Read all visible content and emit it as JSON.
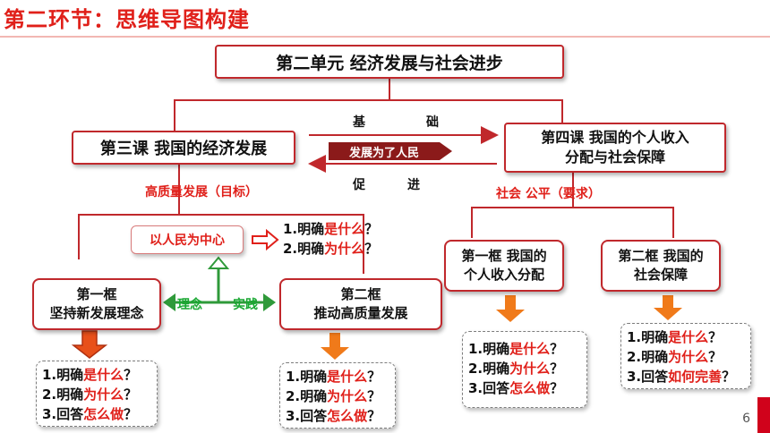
{
  "header": {
    "title": "第二环节：思维导图构建"
  },
  "unit": {
    "title": "第二单元  经济发展与社会进步"
  },
  "lesson3": {
    "title": "第三课  我国的经济发展"
  },
  "lesson4": {
    "line1": "第四课  我国的个人收入",
    "line2": "分配与社会保障"
  },
  "relation": {
    "base_1": "基",
    "base_2": "础",
    "promote_1": "促",
    "promote_2": "进",
    "middle": "发展为了人民"
  },
  "lesson3_goal": {
    "main": "高质量发展",
    "paren": "（目标）"
  },
  "lesson4_req": {
    "main": "社会 公平",
    "paren": "（要求）"
  },
  "people_center": {
    "label": "以人民为中心"
  },
  "side_questions": {
    "q1_a": "1.明确",
    "q1_b": "是什么",
    "q1_c": "？",
    "q2_a": "2.明确",
    "q2_b": "为什么",
    "q2_c": "？"
  },
  "theory_practice": {
    "left": "理念",
    "right": "实践"
  },
  "frame1": {
    "line1": "第一框",
    "line2": "坚持新发展理念"
  },
  "frame2": {
    "line1": "第二框",
    "line2": "推动高质量发展"
  },
  "frame41": {
    "line1": "第一框 我国的",
    "line2": "个人收入分配"
  },
  "frame42": {
    "line1": "第二框 我国的",
    "line2": "社会保障"
  },
  "qbox1": {
    "l1a": "1.明确",
    "l1b": "是什么",
    "l1c": "？",
    "l2a": "2.明确",
    "l2b": "为什么",
    "l2c": "？",
    "l3a": "3.回答",
    "l3b": "怎么做",
    "l3c": "？"
  },
  "qbox2": {
    "l1a": "1.明确",
    "l1b": "是什么",
    "l1c": "？",
    "l2a": "2.明确",
    "l2b": "为什么",
    "l2c": "？",
    "l3a": "3.回答",
    "l3b": "怎么做",
    "l3c": "？"
  },
  "qbox3": {
    "l1a": "1.明确",
    "l1b": "是什么",
    "l1c": "？",
    "l2a": "2.明确",
    "l2b": "为什么",
    "l2c": "？",
    "l3a": "3.回答",
    "l3b": "怎么做",
    "l3c": "？"
  },
  "qbox4": {
    "l1a": "1.明确",
    "l1b": "是什么",
    "l1c": "？",
    "l2a": "2.明确",
    "l2b": "为什么",
    "l2c": "？",
    "l3a": "3.回答",
    "l3b": "如何完善",
    "l3c": "？"
  },
  "page": {
    "number": "6"
  },
  "colors": {
    "accent_red": "#e0201a",
    "box_border": "#c0282c",
    "green": "#19a832",
    "arrow_orange": "#f07a1a",
    "dark_red": "#8b1a1a"
  }
}
